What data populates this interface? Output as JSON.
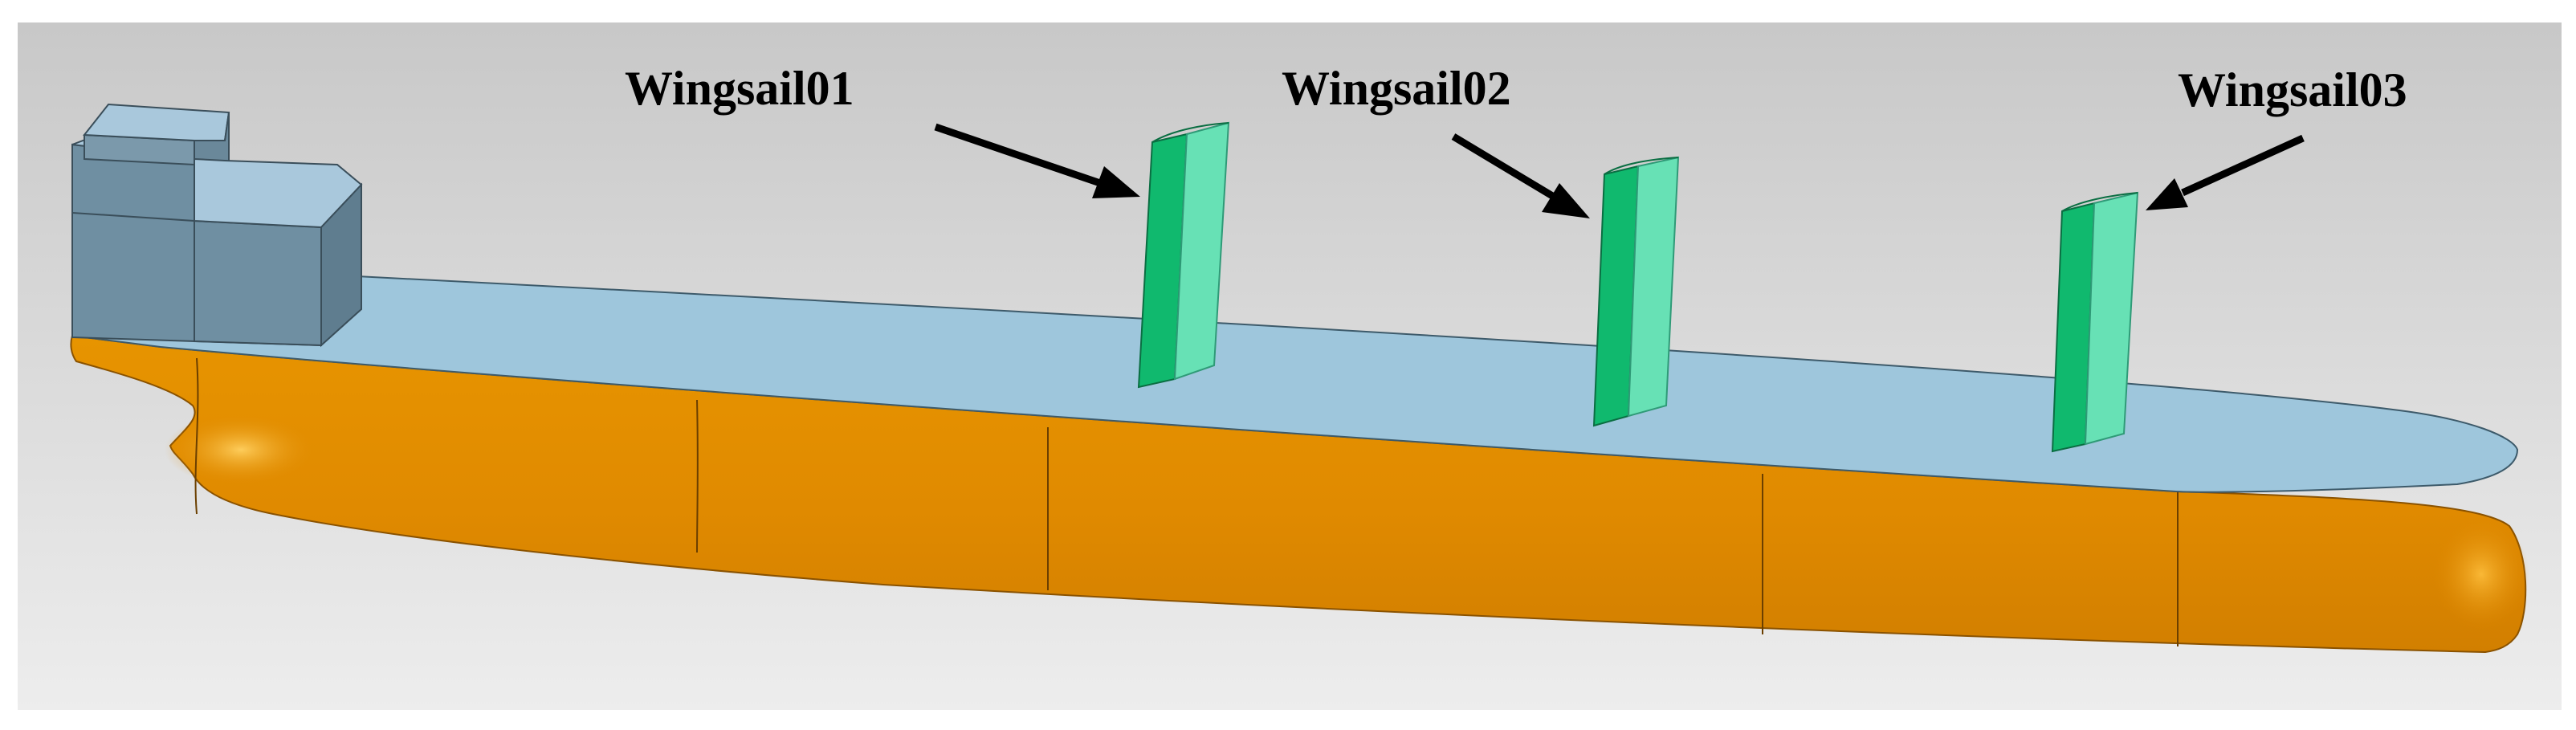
{
  "labels": {
    "wingsail_01": "Wingsail01",
    "wingsail_02": "Wingsail02",
    "wingsail_03": "Wingsail03"
  },
  "colors": {
    "background_top": "#c9c9c9",
    "background_bottom": "#ececec",
    "hull_orange": "#e08a00",
    "hull_highlight": "#f6a726",
    "deck_blue": "#9ec6dc",
    "superstructure_top": "#a9c8dc",
    "superstructure_side": "#6f8fa2",
    "sail_dark": "#10b96e",
    "sail_light": "#67e1b5",
    "arrow": "#000000"
  }
}
